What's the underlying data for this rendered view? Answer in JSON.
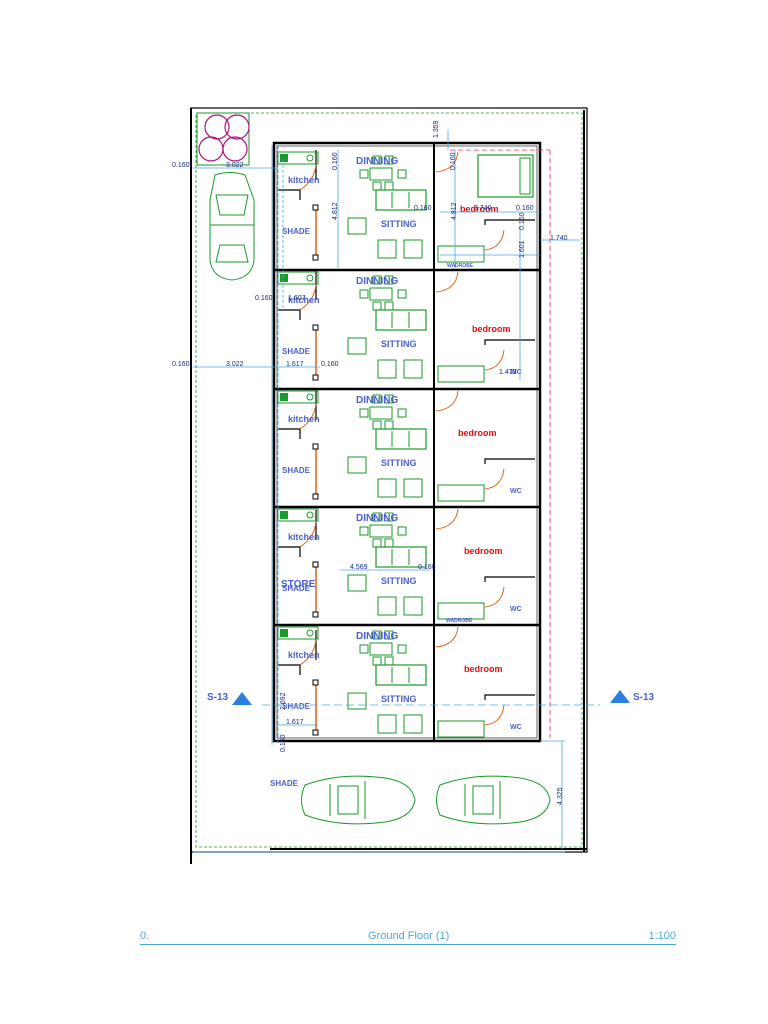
{
  "units": [
    {
      "kitchen": "kitchen",
      "dinning": "DINNING",
      "sitting": "SITTING",
      "bedroom": "bedroom",
      "shade": "SHADE",
      "wc": ""
    },
    {
      "kitchen": "kitchen",
      "dinning": "DINNING",
      "sitting": "SITTING",
      "bedroom": "bedroom",
      "shade": "SHADE",
      "wc": "WC"
    },
    {
      "kitchen": "kitchen",
      "dinning": "DINNING",
      "sitting": "SITTING",
      "bedroom": "bedroom",
      "shade": "SHADE",
      "wc": "WC"
    },
    {
      "kitchen": "kitchen",
      "dinning": "DINNING",
      "sitting": "SITTING",
      "bedroom": "bedroom",
      "shade": "SHADE",
      "wc": "WC"
    },
    {
      "kitchen": "kitchen",
      "dinning": "DINNING",
      "sitting": "SITTING",
      "bedroom": "bedroom",
      "shade": "SHADE",
      "wc": "WC"
    }
  ],
  "labels": {
    "store": "STORE",
    "wadrobe_1": "WADROBE",
    "wadrobe_2": "WADROBE",
    "parking_shade": "SHADE",
    "section_left": "S-13",
    "section_right": "S-13"
  },
  "dimensions": {
    "d1": "0.160",
    "d2": "3.022",
    "d3": "1.359",
    "d4": "0.160",
    "d5": "4.812",
    "d6": "0.160",
    "d7": "4.812",
    "d8": "0.160",
    "d9": "3.740",
    "d10": "0.160",
    "d11": "1.601",
    "d12": "1.740",
    "d13": "0.160",
    "d14": "1.607",
    "d15": "0.160",
    "d16": "3.022",
    "d17": "1.617",
    "d18": "0.160",
    "d19": "1.473",
    "d20": "4.569",
    "d21": "0.160",
    "d22": "2.692",
    "d23": "1.617",
    "d24": "0.160",
    "d25": "4.325"
  },
  "title_block": {
    "left": "0.",
    "center": "Ground Floor (1)",
    "right": "1:100"
  },
  "colors": {
    "wall": "#000000",
    "furniture": "#1a9a2a",
    "dimension": "#4aa8e0",
    "door": "#e06010",
    "room_text": "#4a5fd0",
    "bedroom_text": "#e01010",
    "tree": "#b01080"
  }
}
